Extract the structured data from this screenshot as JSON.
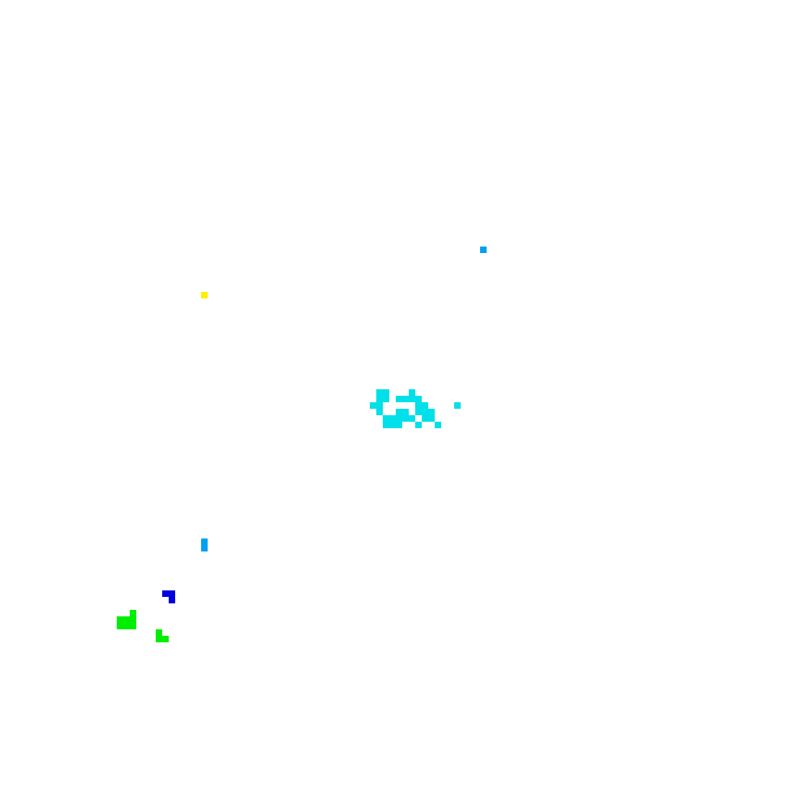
{
  "palette": {
    "background": "#ffffff",
    "cyan": "#00e0e8",
    "sky": "#00a0f0",
    "yellow": "#ffee00",
    "blue": "#0000e0",
    "green": "#00ee00"
  },
  "clusters": [
    {
      "name": "cluster-cyan-main",
      "color": "cyan",
      "cells": [
        [
          58,
          60
        ],
        [
          59,
          60
        ],
        [
          58,
          61
        ],
        [
          59,
          61
        ],
        [
          57,
          62
        ],
        [
          58,
          62
        ],
        [
          63,
          60
        ],
        [
          61,
          61
        ],
        [
          62,
          61
        ],
        [
          63,
          61
        ],
        [
          64,
          61
        ],
        [
          64,
          62
        ],
        [
          65,
          62
        ],
        [
          58,
          63
        ],
        [
          61,
          63
        ],
        [
          62,
          63
        ],
        [
          64,
          63
        ],
        [
          65,
          63
        ],
        [
          66,
          63
        ],
        [
          59,
          64
        ],
        [
          60,
          64
        ],
        [
          61,
          64
        ],
        [
          62,
          64
        ],
        [
          63,
          64
        ],
        [
          65,
          64
        ],
        [
          66,
          64
        ],
        [
          59,
          65
        ],
        [
          60,
          65
        ],
        [
          61,
          65
        ],
        [
          64,
          65
        ],
        [
          67,
          65
        ]
      ]
    },
    {
      "name": "cluster-cyan-dot",
      "color": "cyan",
      "cells": [
        [
          70,
          62
        ]
      ]
    },
    {
      "name": "cluster-sky-top",
      "color": "sky",
      "cells": [
        [
          74,
          38
        ]
      ]
    },
    {
      "name": "cluster-yellow",
      "color": "yellow",
      "cells": [
        [
          31,
          45
        ]
      ]
    },
    {
      "name": "cluster-sky-left",
      "color": "sky",
      "cells": [
        [
          31,
          83
        ],
        [
          31,
          84
        ]
      ]
    },
    {
      "name": "cluster-blue",
      "color": "blue",
      "cells": [
        [
          25,
          91
        ],
        [
          26,
          91
        ],
        [
          26,
          92
        ]
      ]
    },
    {
      "name": "cluster-green-left",
      "color": "green",
      "cells": [
        [
          20,
          94
        ],
        [
          18,
          95
        ],
        [
          19,
          95
        ],
        [
          20,
          95
        ],
        [
          18,
          96
        ],
        [
          19,
          96
        ],
        [
          20,
          96
        ]
      ]
    },
    {
      "name": "cluster-green-right",
      "color": "green",
      "cells": [
        [
          24,
          97
        ],
        [
          24,
          98
        ],
        [
          25,
          98
        ]
      ]
    }
  ]
}
